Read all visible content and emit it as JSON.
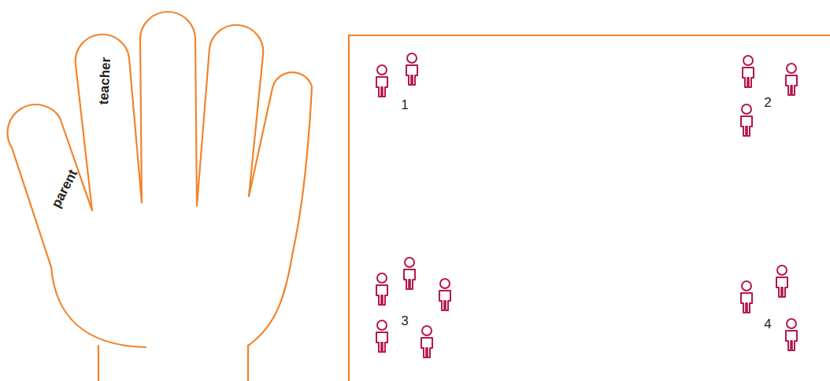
{
  "diagram": {
    "labels": [
      "parent",
      "teacher",
      "1",
      "2",
      "3",
      "4"
    ]
  }
}
